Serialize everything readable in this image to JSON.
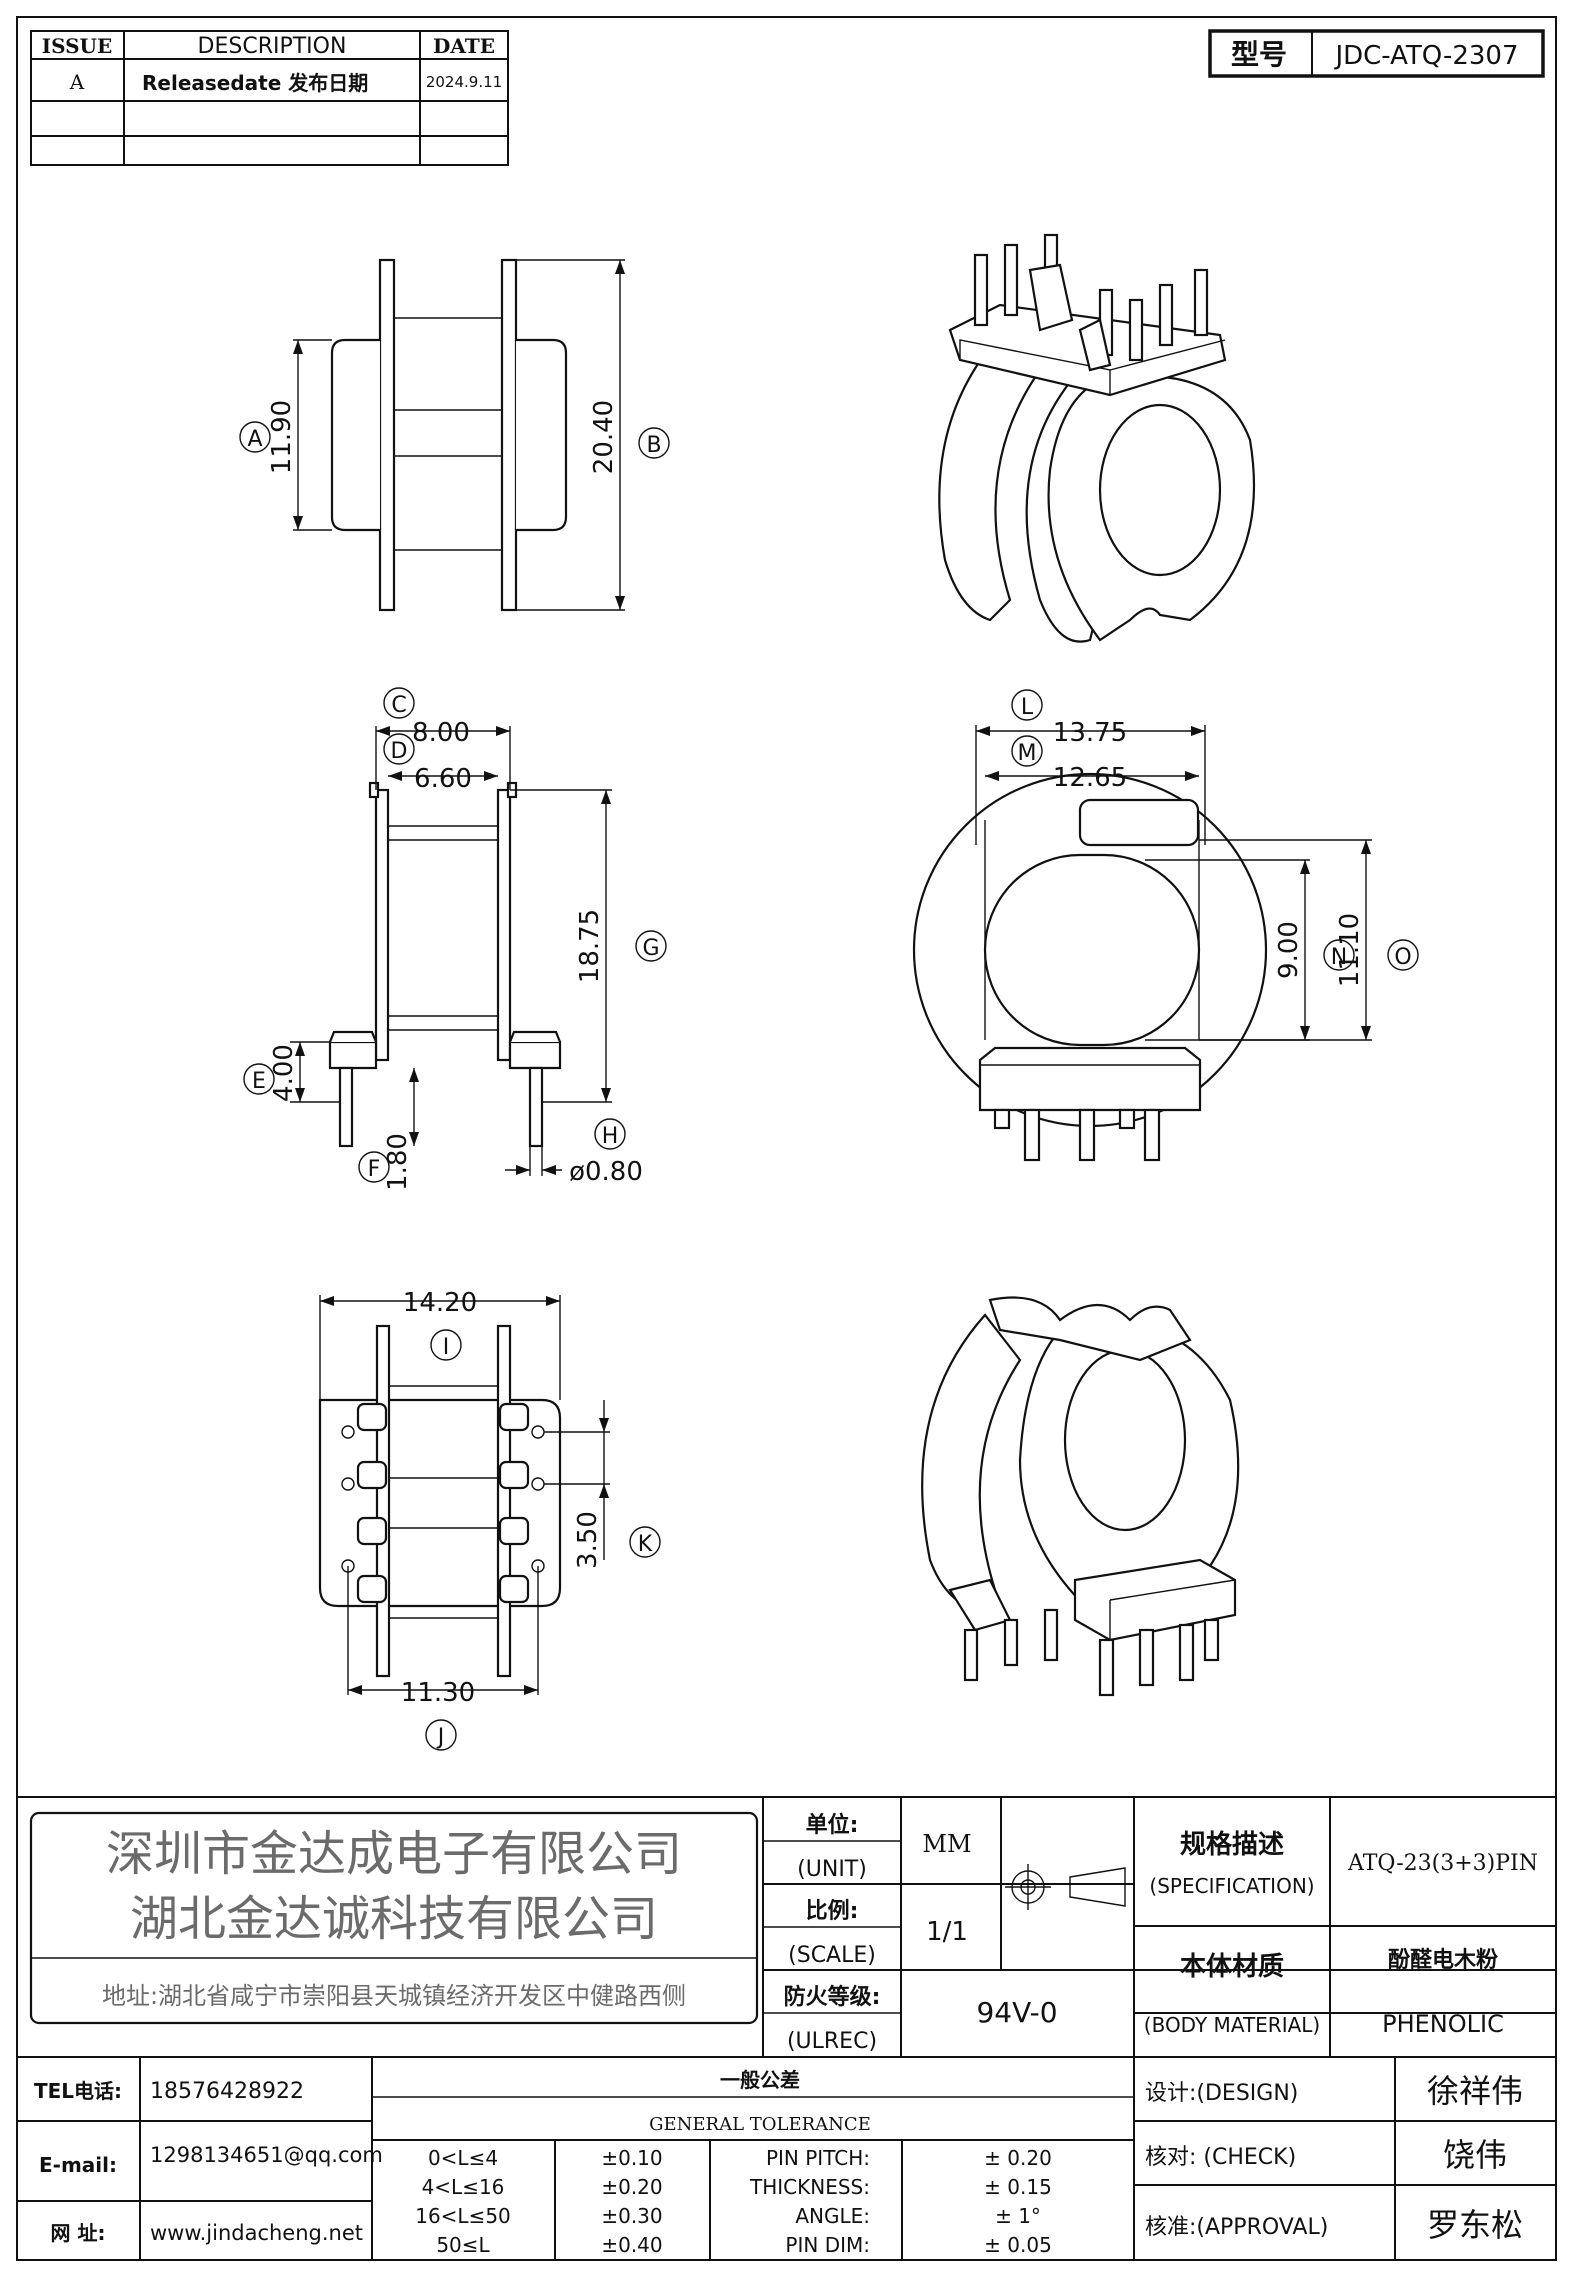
{
  "revision": {
    "headers": {
      "issue": "ISSUE",
      "description": "DESCRIPTION",
      "date": "DATE"
    },
    "rows": [
      {
        "issue": "A",
        "description": "Releasedate 发布日期",
        "date": "2024.9.11"
      },
      {
        "issue": "",
        "description": "",
        "date": ""
      },
      {
        "issue": "",
        "description": "",
        "date": ""
      }
    ]
  },
  "model": {
    "label": "型号",
    "value": "JDC-ATQ-2307"
  },
  "dimensions": {
    "A": {
      "tag": "A",
      "value": "11.90"
    },
    "B": {
      "tag": "B",
      "value": "20.40"
    },
    "C": {
      "tag": "C",
      "value": "8.00"
    },
    "D": {
      "tag": "D",
      "value": "6.60"
    },
    "E": {
      "tag": "E",
      "value": "4.00"
    },
    "F": {
      "tag": "F",
      "value": "1.80"
    },
    "G": {
      "tag": "G",
      "value": "18.75"
    },
    "H": {
      "tag": "H",
      "value": "ø0.80"
    },
    "I": {
      "tag": "I",
      "value": "14.20"
    },
    "J": {
      "tag": "J",
      "value": "11.30"
    },
    "K": {
      "tag": "K",
      "value": "3.50"
    },
    "L": {
      "tag": "L",
      "value": "13.75"
    },
    "M": {
      "tag": "M",
      "value": "12.65"
    },
    "N": {
      "tag": "N",
      "value": "9.00"
    },
    "O": {
      "tag": "O",
      "value": "11.10"
    }
  },
  "company": {
    "name_1": "深圳市金达成电子有限公司",
    "name_2": "湖北金达诚科技有限公司",
    "address": "地址:湖北省咸宁市崇阳县天城镇经济开发区中健路西侧"
  },
  "specs": {
    "unit_label_cn": "单位:",
    "unit_label_en": "(UNIT)",
    "unit_value": "MM",
    "scale_label_cn": "比例:",
    "scale_label_en": "(SCALE)",
    "scale_value": "1/1",
    "ulrec_label_cn": "防火等级:",
    "ulrec_label_en": "(ULREC)",
    "ulrec_value": "94V-0",
    "spec_label_cn": "规格描述",
    "spec_label_en": "(SPECIFICATION)",
    "spec_value": "ATQ-23(3+3)PIN",
    "material_label_cn": "本体材质",
    "material_label_en": "(BODY MATERIAL)",
    "material_value_cn": "酚醛电木粉",
    "material_value_en": "PHENOLIC"
  },
  "contact": {
    "tel_label": "TEL电话:",
    "tel": "18576428922",
    "email_label": "E-mail:",
    "email": "1298134651@qq.com",
    "web_label": "网  址:",
    "web": "www.jindacheng.net"
  },
  "tolerance": {
    "title_cn": "一般公差",
    "title_en": "GENERAL TOLERANCE",
    "ranges": [
      {
        "range": "0<L≤4",
        "tol": "±0.10"
      },
      {
        "range": "4<L≤16",
        "tol": "±0.20"
      },
      {
        "range": "16<L≤50",
        "tol": "±0.30"
      },
      {
        "range": "50≤L",
        "tol": "±0.40"
      }
    ],
    "params": [
      {
        "name": "PIN PITCH:",
        "tol": "± 0.20"
      },
      {
        "name": "THICKNESS:",
        "tol": "± 0.15"
      },
      {
        "name": "ANGLE:",
        "tol": "± 1°"
      },
      {
        "name": "PIN DIM:",
        "tol": "± 0.05"
      }
    ]
  },
  "approval": {
    "design_label": "设计:(DESIGN)",
    "design_name": "徐祥伟",
    "check_label": "核对: (CHECK)",
    "check_name": "饶伟",
    "approval_label": "核准:(APPROVAL)",
    "approval_name": "罗东松"
  }
}
